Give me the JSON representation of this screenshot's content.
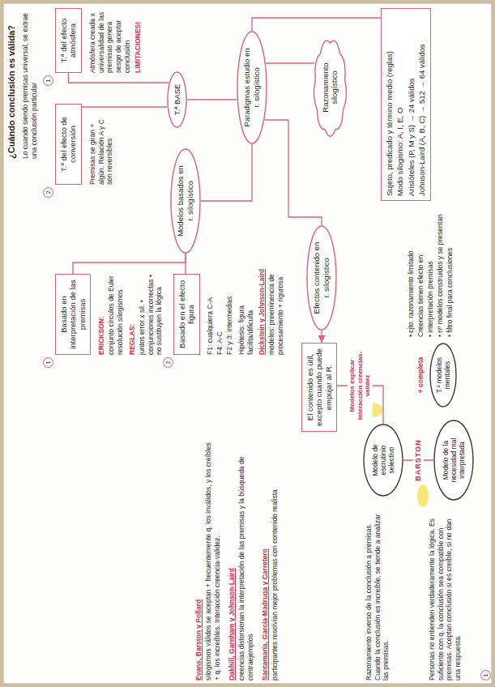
{
  "diagram": {
    "title": "¿Cuándo conclusión es válida?",
    "nodes": [
      {
        "text": [
          "T.ª del efecto atmósfera"
        ]
      },
      {
        "text": [
          "T.ª del efecto de conversión"
        ]
      },
      {
        "text": [
          "T.ª BASE"
        ]
      },
      {
        "text": [
          "Paradigmas estudio en r. silogístico"
        ]
      },
      {
        "text": [
          "Modelos basados en r. silogístico"
        ]
      },
      {
        "text": [
          "Basado en interpretación de las premisas"
        ]
      },
      {
        "text": [
          "Basado en el efecto figura"
        ]
      },
      {
        "text": [
          "Efectos contenido en r. silogístico"
        ]
      },
      {
        "text": [
          "El contenido es útil, excepto cuando puede empujar al R."
        ]
      },
      {
        "text": [
          "Razonamiento silogístico"
        ]
      },
      {
        "text": [
          "Sujeto, predicado y término medio (reglas)",
          "Modo silogismo: A, I, E, O",
          "Aristóteles (P, M y S) → 24 válidos",
          "Johnson-Laird (A, B, C) → 512 → 64 válidos"
        ]
      },
      {
        "text": [
          "Modelo de escrutinio selectivo"
        ]
      },
      {
        "text": [
          "T.ª modelos mentales"
        ]
      },
      {
        "text": [
          "Modelo de la necesidad mal interpretada"
        ]
      }
    ],
    "edges": [
      {
        "from": 2,
        "to": 0,
        "arrow": "none"
      },
      {
        "from": 2,
        "to": 1,
        "arrow": "none"
      },
      {
        "from": 3,
        "to": 2,
        "arrow": "none"
      },
      {
        "from": 3,
        "to": 4,
        "arrow": "none"
      },
      {
        "from": 4,
        "to": 5,
        "arrow": "none"
      },
      {
        "from": 4,
        "to": 6,
        "arrow": "none"
      },
      {
        "from": 3,
        "to": 7,
        "arrow": "none"
      },
      {
        "from": 7,
        "to": 8,
        "arrow": "to"
      },
      {
        "from": 3,
        "to": 9,
        "arrow": "none"
      },
      {
        "from": 3,
        "to": 10,
        "arrow": "none"
      },
      {
        "from": 8,
        "to": 11,
        "label": "Modelos explicar interacción creencias-validez",
        "arrow": "none"
      },
      {
        "from": 11,
        "to": 13,
        "label": "BARSTON",
        "arrow": "none"
      }
    ],
    "labels": [
      "Lo cuando siendo premisas universal, se extrae una conclusión particular",
      "1",
      "Atmósfera creada x universalidad de las premisas genera sesgo de aceptar conclusión",
      "LIMITACIONES!",
      "2",
      "Premisas se giran + algún. Relación A y C son reversibles",
      "1",
      "ERICKSON:",
      "conjunto círculos de Euler resolución silogismos",
      "REGLAS:",
      "juntos error x sil. • conjunciones incorrectas • no sustituyen la lógica",
      "2",
      "F1: cualquiera C-A",
      "F4: A-C",
      "F2 y 3: intermedias",
      "Hipótesis: figura facilita/dificulta",
      "Dickstein y Johnson-Laird",
      "modelos: preeminencia de procesamiento + rigurosa",
      "Evans, Barston y Pollard",
      "silogismos válidos se aceptan + frecuentemente q. los inválidos, y los creíbles + q. los increíbles. Interacción creencia-validez.",
      "Oakhill, Garnham y Johnson-Laird",
      "creencias distorsionan la interpretación de las premisas y la búsqueda de contraejemplos",
      "Santamaría, García-Madruga y Carretero",
      "participantes resolvían mejor problemas con contenido realista",
      "Razonamiento inverso de la conclusión a premisas. Cuando la conclusión es increíble, se tiende a analizar las premisas.",
      "Personas no entienden verdaderamente la lógica. Es suficiente con q. la conclusión sea compatible con premisas. Aceptan conclusión si es creíble, si no dan una respuesta.",
      "+ completa",
      "• cjto. razonamiento limitado",
      "Creencias tienen efecto en:",
      "• interpretación premisas",
      "• nº modelos construidos y se presentan",
      "• filtro final para conclusiones",
      "1"
    ]
  }
}
